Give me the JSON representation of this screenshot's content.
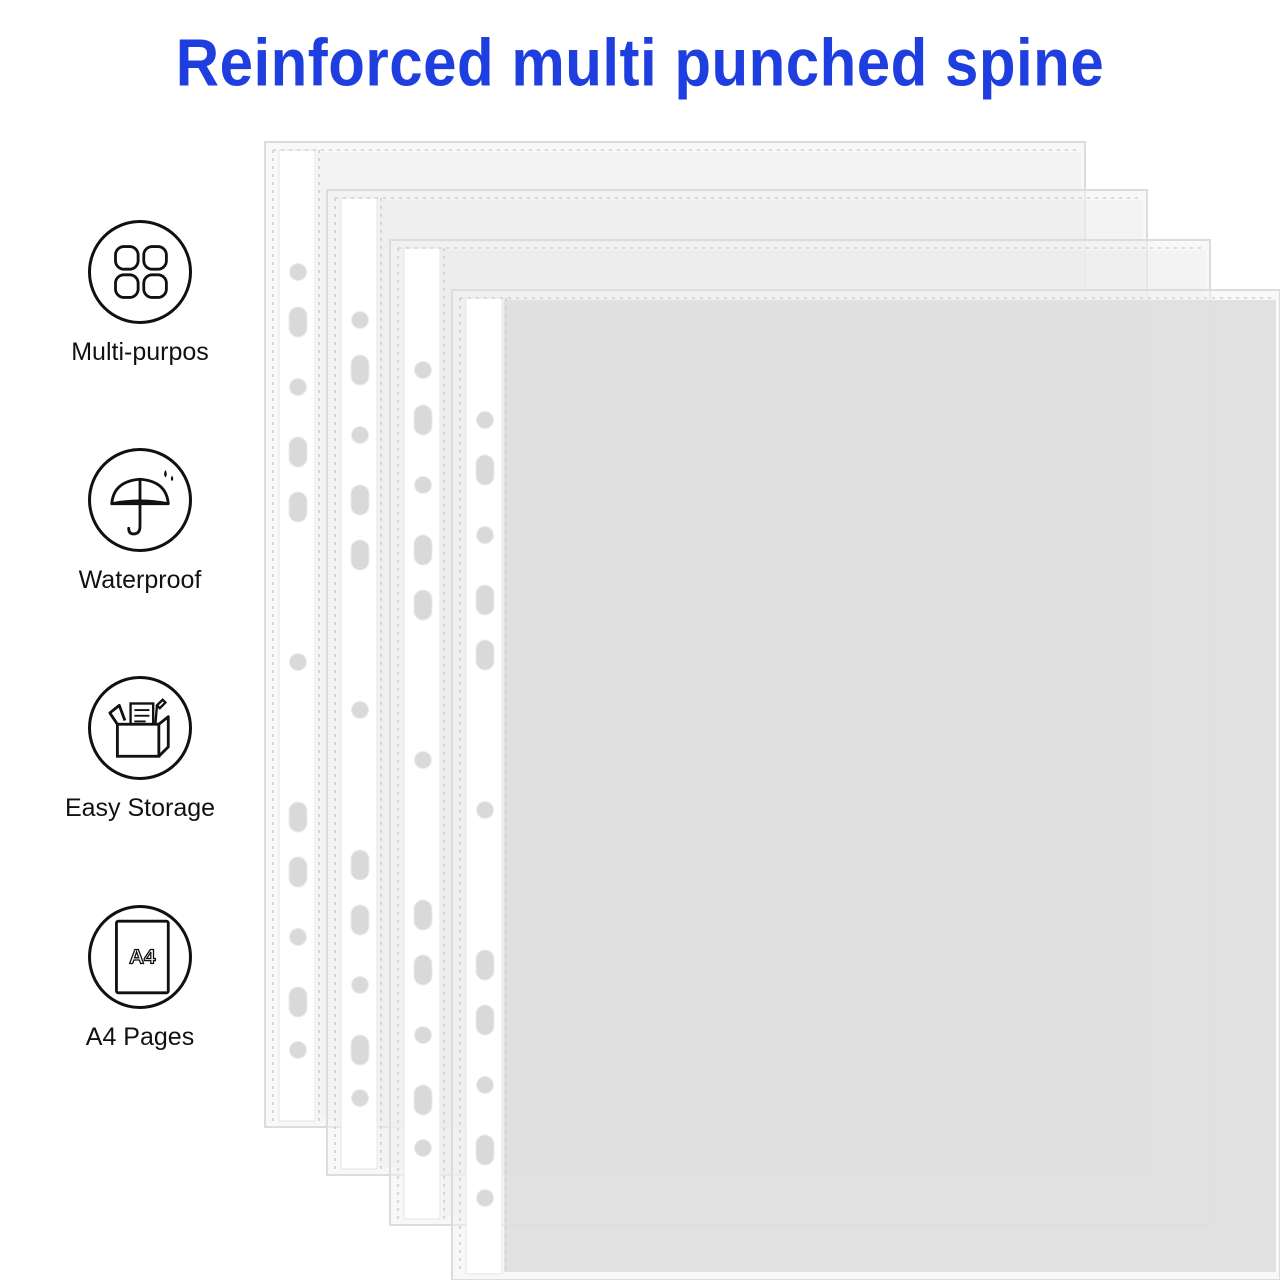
{
  "headline": {
    "text": "Reinforced multi punched spine",
    "color": "#1f3ee0"
  },
  "features": [
    {
      "icon": "four-squares-icon",
      "label": "Multi-purpos"
    },
    {
      "icon": "umbrella-rain-icon",
      "label": "Waterproof"
    },
    {
      "icon": "storage-box-icon",
      "label": "Easy Storage"
    },
    {
      "icon": "a4-sheet-icon",
      "label": "A4 Pages",
      "icon_text": "A4"
    }
  ],
  "colors": {
    "icon_stroke": "#111111",
    "sleeve_fill": "#f2f2f2",
    "sleeve_border": "#dcdcdc",
    "inner_panel": "#dddddd",
    "hole": "#d9d9d9"
  }
}
